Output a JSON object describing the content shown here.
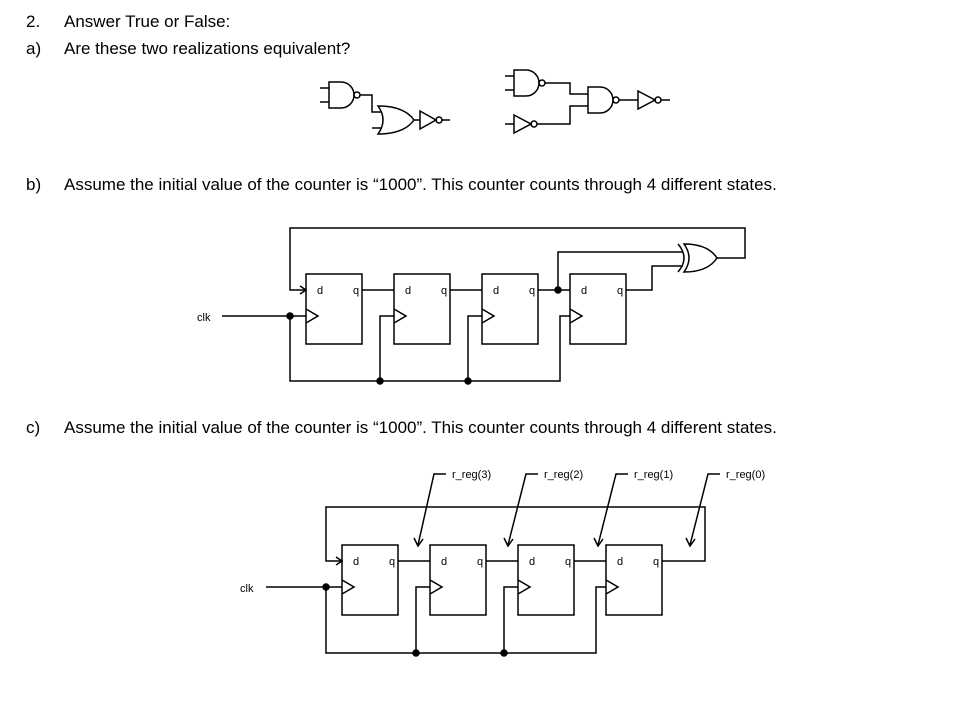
{
  "question": {
    "number": "2.",
    "title": "Answer True or False:"
  },
  "part_a": {
    "letter": "a)",
    "text": "Are these two realizations equivalent?"
  },
  "part_b": {
    "letter": "b)",
    "text": "Assume the initial value of the counter is “1000”.  This counter counts through 4 different states.",
    "clk_label": "clk",
    "ff_d_label": "d",
    "ff_q_label": "q"
  },
  "part_c": {
    "letter": "c)",
    "text": "Assume the initial value of the counter is “1000”.  This counter counts through 4 different states.",
    "clk_label": "clk",
    "ff_d_label": "d",
    "ff_q_label": "q",
    "reg_labels": [
      "r_reg(3)",
      "r_reg(2)",
      "r_reg(1)",
      "r_reg(0)"
    ]
  }
}
